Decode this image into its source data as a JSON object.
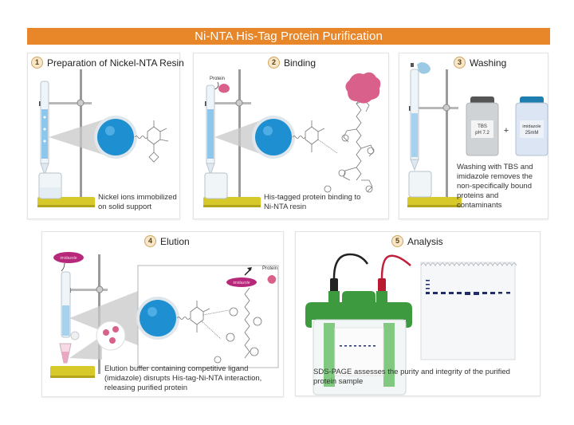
{
  "title": "Ni-NTA His-Tag Protein Purification",
  "colors": {
    "banner": "#E8862A",
    "bead": "#1E8FD0",
    "protein": "#D9608A",
    "imidazole_tag": "#B8287A",
    "stand_base": "#D8C92A",
    "gel_box": "#3E9A3E",
    "band": "#1F2E6B"
  },
  "steps": [
    {
      "number": "1",
      "title": "Preparation of Nickel-NTA Resin",
      "caption": "Nickel ions immobilized on solid support",
      "caption_lines": [
        "Nickel ions immobilized",
        "on solid support"
      ]
    },
    {
      "number": "2",
      "title": "Binding",
      "label_protein": "Protein",
      "caption_lines": [
        "His-tagged protein binding to",
        "Ni-NTA resin"
      ]
    },
    {
      "number": "3",
      "title": "Washing",
      "bottle_1_label": [
        "TBS",
        "pH 7.2"
      ],
      "bottle_2_label": [
        "imidazole",
        "25mM"
      ],
      "plus": "+",
      "caption_lines": [
        "Washing with TBS and",
        "imidazole removes the",
        "non-specifically bound",
        "proteins and",
        "contaminants"
      ]
    },
    {
      "number": "4",
      "title": "Elution",
      "tag_label": "imidazole",
      "label_protein": "Protein",
      "caption_lines": [
        "Elution buffer containing competitive ligand",
        "(imidazole) disrupts His-tag-Ni-NTA interaction,",
        "releasing purified protein"
      ]
    },
    {
      "number": "5",
      "title": "Analysis",
      "caption_lines": [
        "SDS-PAGE assesses the purity and integrity of the purified",
        "protein sample"
      ],
      "gel": {
        "ladder_bands": 4,
        "sample_lanes": 10
      }
    }
  ]
}
